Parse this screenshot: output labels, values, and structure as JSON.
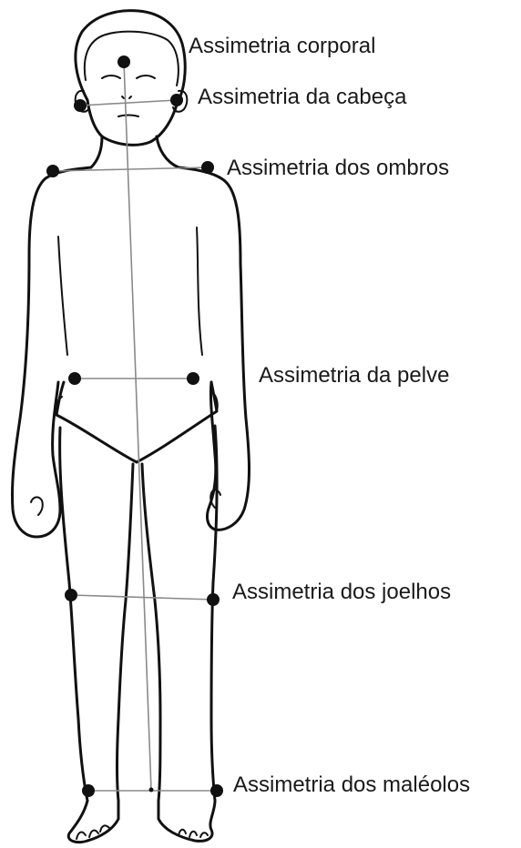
{
  "labels": {
    "body": "Assimetria corporal",
    "head": "Assimetria da cabeça",
    "shoulders": "Assimetria dos ombros",
    "pelvis": "Assimetria da pelve",
    "knees": "Assimetria dos joelhos",
    "ankles": "Assimetria dos maléolos"
  },
  "colors": {
    "outline": "#111111",
    "guide_line": "#8a8a8a",
    "marker": "#111111",
    "text": "#1a1a1a"
  }
}
